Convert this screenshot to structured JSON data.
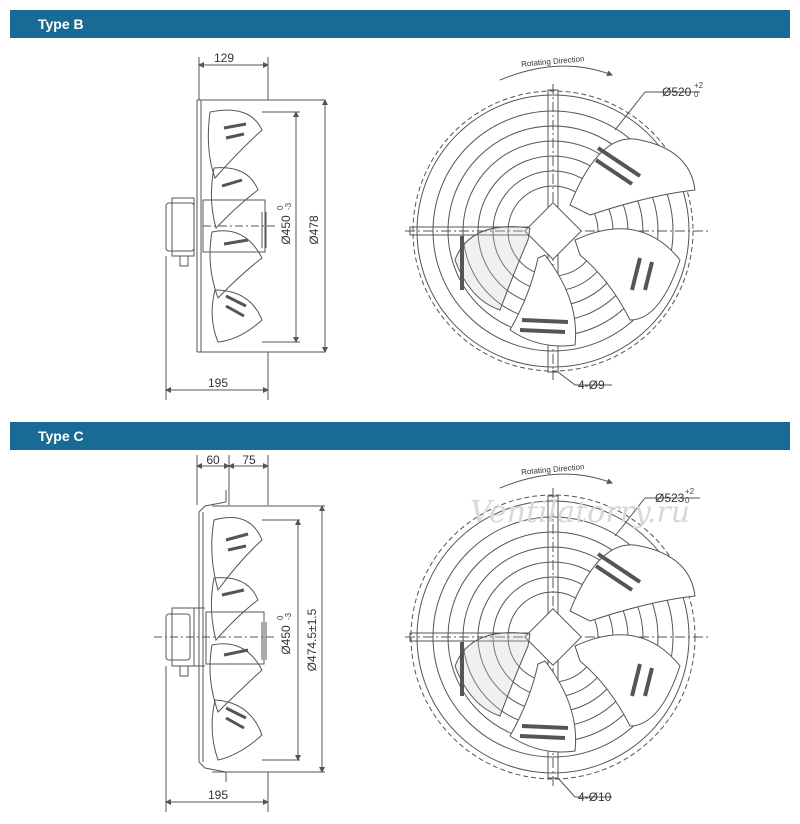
{
  "sections": [
    {
      "title": "Type B",
      "side_view": {
        "dim_top": "129",
        "dim_bottom": "195",
        "dim_inner_diameter": "Ø450",
        "dim_inner_tol_upper": "0",
        "dim_inner_tol_lower": "-3",
        "dim_outer_diameter": "Ø478"
      },
      "front_view": {
        "rotation_label": "Rotating Direction",
        "dim_outer_diameter": "Ø520",
        "dim_tol_upper": "+2",
        "dim_tol_lower": "0",
        "dim_holes": "4-Ø9"
      }
    },
    {
      "title": "Type C",
      "side_view": {
        "dim_top_left": "60",
        "dim_top_right": "75",
        "dim_bottom": "195",
        "dim_inner_diameter": "Ø450",
        "dim_inner_tol_upper": "0",
        "dim_inner_tol_lower": "-3",
        "dim_outer_diameter": "Ø474.5±1.5"
      },
      "front_view": {
        "rotation_label": "Rotating Direction",
        "dim_outer_diameter": "Ø523",
        "dim_tol_upper": "+2",
        "dim_tol_lower": "0",
        "dim_holes": "4-Ø10"
      },
      "watermark": "Ventilatorry.ru"
    }
  ],
  "colors": {
    "header_bar": "#1a6a96",
    "line": "#555555"
  }
}
